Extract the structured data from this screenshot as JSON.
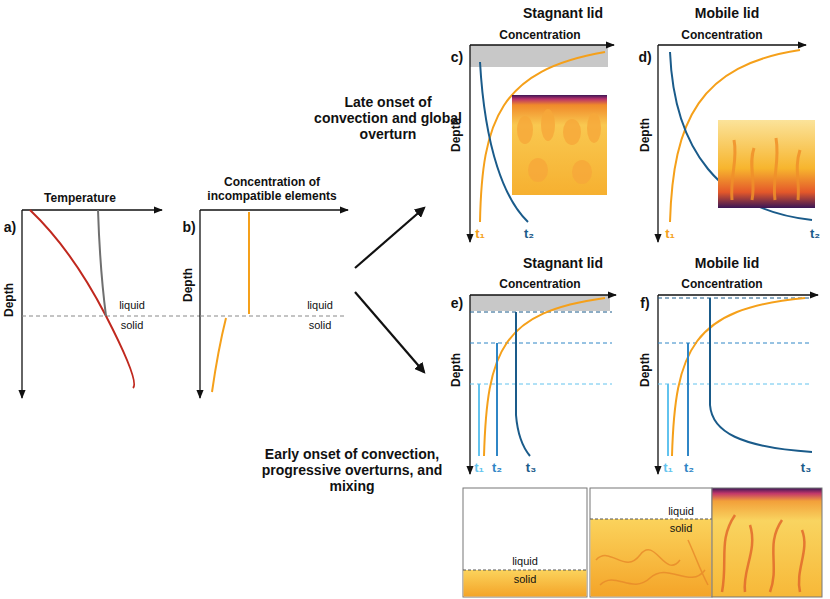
{
  "diagram": {
    "labels": [
      "Stagnant lid",
      "Mobile lid",
      "Concentration",
      "c)",
      "Depth",
      "Concentration",
      "d)",
      "Depth",
      "Late onset of convection and global overturn",
      "t₁",
      "t₂",
      "t₁",
      "t₂",
      "a)",
      "Temperature",
      "Depth",
      "liquid",
      "solid",
      "b)",
      "Concentration of incompatible elements",
      "Depth",
      "liquid",
      "solid",
      "Stagnant lid",
      "Mobile lid",
      "Concentration",
      "e)",
      "Depth",
      "Concentration",
      "f)",
      "Depth",
      "Early onset of convection, progressive overturns, and mixing",
      "t₁",
      "t₂",
      "t₃",
      "t₁",
      "t₂",
      "t₃",
      "liquid",
      "solid",
      "liquid",
      "solid"
    ]
  }
}
